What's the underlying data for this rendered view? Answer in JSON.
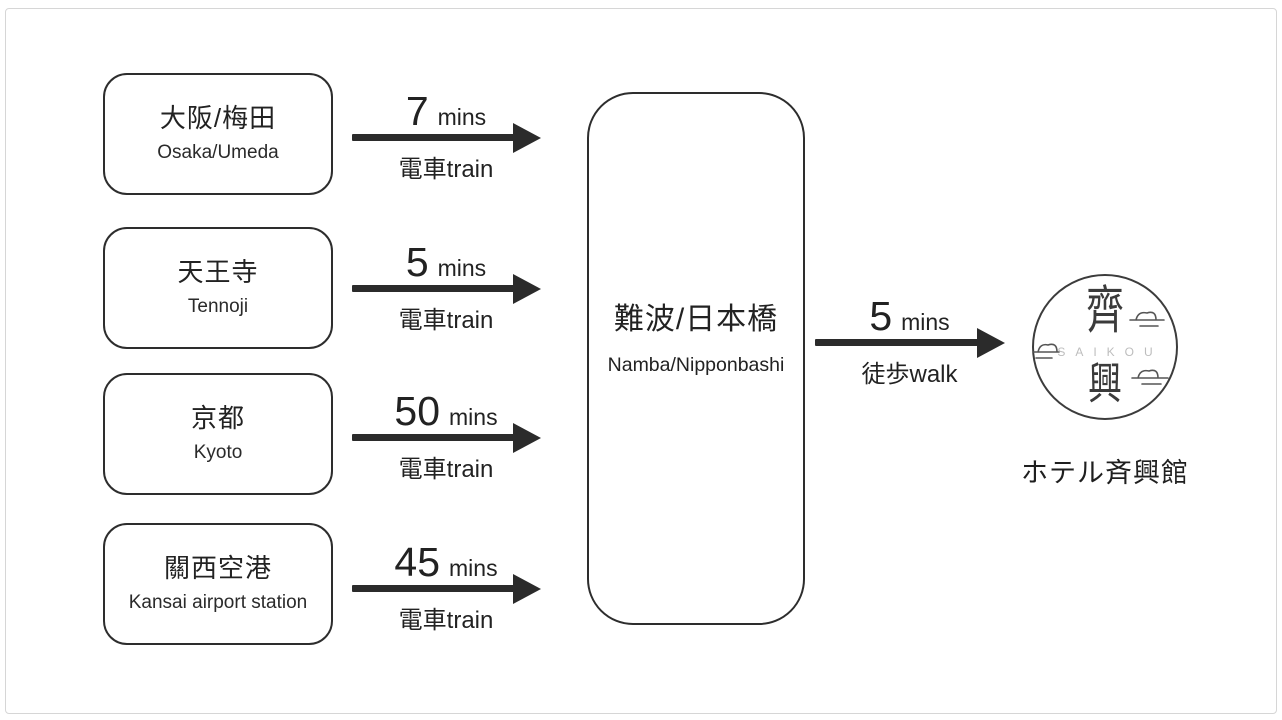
{
  "routes": [
    {
      "station_jp": "大阪/梅田",
      "station_en": "Osaka/Umeda",
      "duration": "7",
      "duration_unit": "mins",
      "mode": "電車train"
    },
    {
      "station_jp": "天王寺",
      "station_en": "Tennoji",
      "duration": "5",
      "duration_unit": "mins",
      "mode": "電車train"
    },
    {
      "station_jp": "京都",
      "station_en": "Kyoto",
      "duration": "50",
      "duration_unit": "mins",
      "mode": "電車train"
    },
    {
      "station_jp": "關西空港",
      "station_en": "Kansai airport station",
      "duration": "45",
      "duration_unit": "mins",
      "mode": "電車train"
    }
  ],
  "hub": {
    "name_jp": "難波/日本橋",
    "name_en": "Namba/Nipponbashi"
  },
  "final_leg": {
    "duration": "5",
    "duration_unit": "mins",
    "mode": "徒歩walk"
  },
  "hotel": {
    "logo_char_top": "齊",
    "logo_char_bottom": "興",
    "logo_text": "SAIKOU",
    "name": "ホテル斉興館"
  },
  "colors": {
    "ink": "#222222",
    "arrow": "#2b2b2b",
    "box_border": "#2d2d2d",
    "logo_gray": "#bdbdbd",
    "frame": "#d6d6d6",
    "background": "#ffffff"
  }
}
